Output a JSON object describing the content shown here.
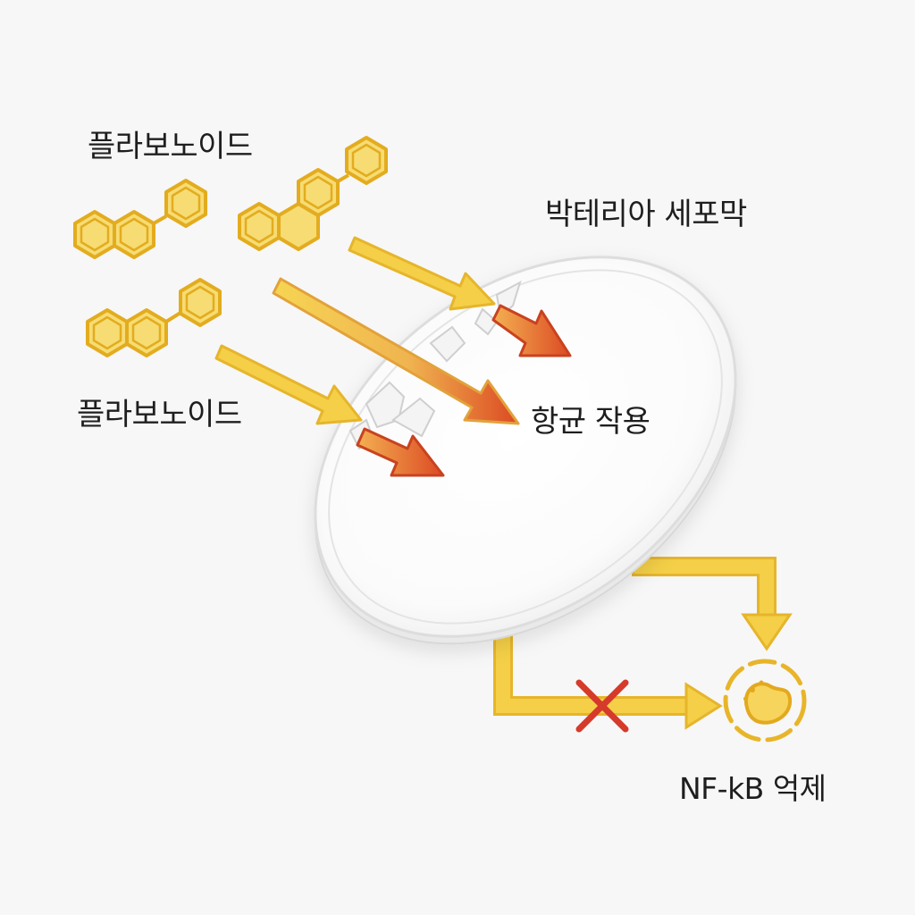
{
  "labels": {
    "flavonoid_top": "플라보노이드",
    "flavonoid_bottom": "플라보노이드",
    "membrane": "박테리아 세포막",
    "antibacterial": "항균 작용",
    "nfkb": "NF-kB 억제"
  },
  "icons": {
    "molecule": "flavonoid-molecule-icon",
    "cell": "cell-icon",
    "blocked": "x-mark-icon"
  },
  "colors": {
    "background": "#f7f7f7",
    "molecule_fill": "#f6dc73",
    "molecule_stroke": "#e3ac1f",
    "arrow_yellow": "#f4cf47",
    "arrow_yellow_stroke": "#e6b52b",
    "arrow_orange_start": "#f1a146",
    "arrow_orange_end": "#de4a22",
    "membrane_rim": "#dcdcdc",
    "blocked_red": "#d53a2b"
  }
}
